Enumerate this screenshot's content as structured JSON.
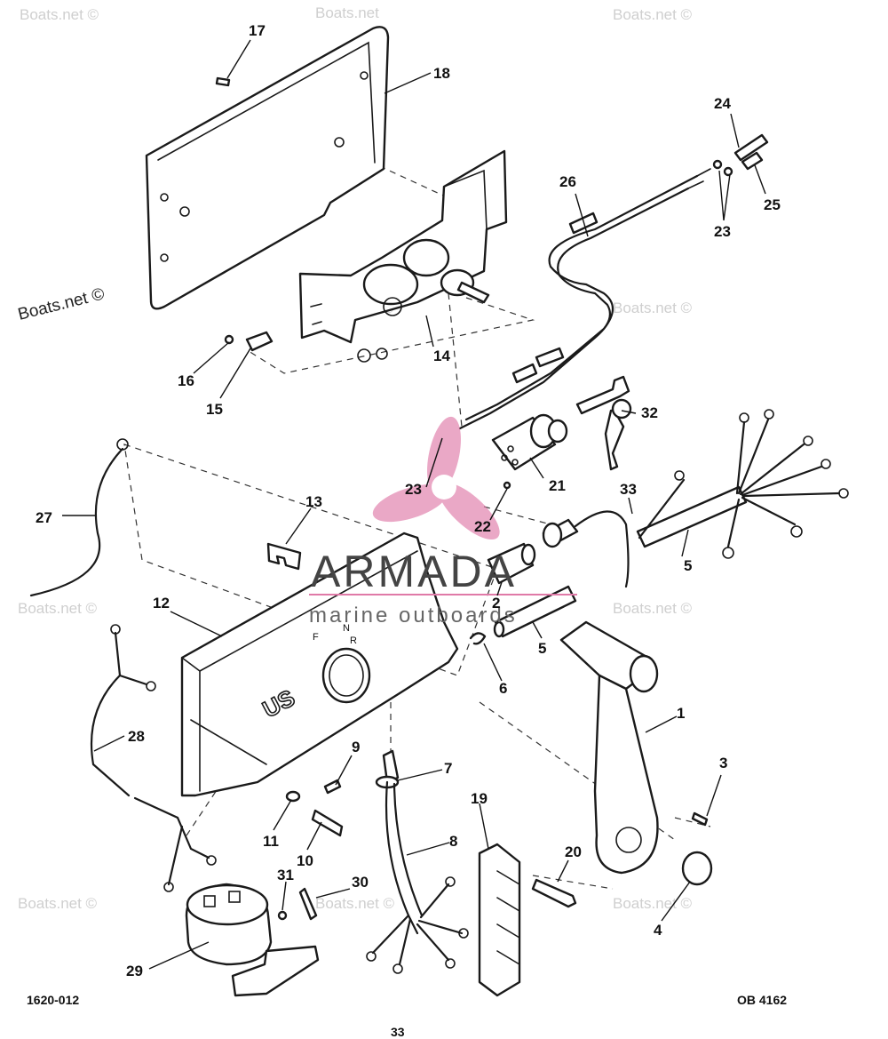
{
  "watermarks": {
    "site": "Boats.net ©",
    "site_plain": "Boats.net"
  },
  "brand": {
    "name": "ARMADA",
    "tagline": "marine outboards",
    "accent_color": "#e07aa8"
  },
  "housing_emblem": "US",
  "shift_marks": [
    "F",
    "N",
    "R"
  ],
  "footer": {
    "left_code": "1620-012",
    "right_code": "OB 4162",
    "page_number": "33"
  },
  "callouts": {
    "c1": "1",
    "c2": "2",
    "c3": "3",
    "c4": "4",
    "c5a": "5",
    "c5b": "5",
    "c6": "6",
    "c7": "7",
    "c8": "8",
    "c9": "9",
    "c10": "10",
    "c11": "11",
    "c12": "12",
    "c13": "13",
    "c14": "14",
    "c15": "15",
    "c16": "16",
    "c17": "17",
    "c18": "18",
    "c19": "19",
    "c20": "20",
    "c21": "21",
    "c22": "22",
    "c23a": "23",
    "c23b": "23",
    "c24": "24",
    "c25": "25",
    "c26": "26",
    "c27": "27",
    "c28": "28",
    "c29": "29",
    "c30": "30",
    "c31": "31",
    "c32": "32",
    "c33": "33"
  }
}
